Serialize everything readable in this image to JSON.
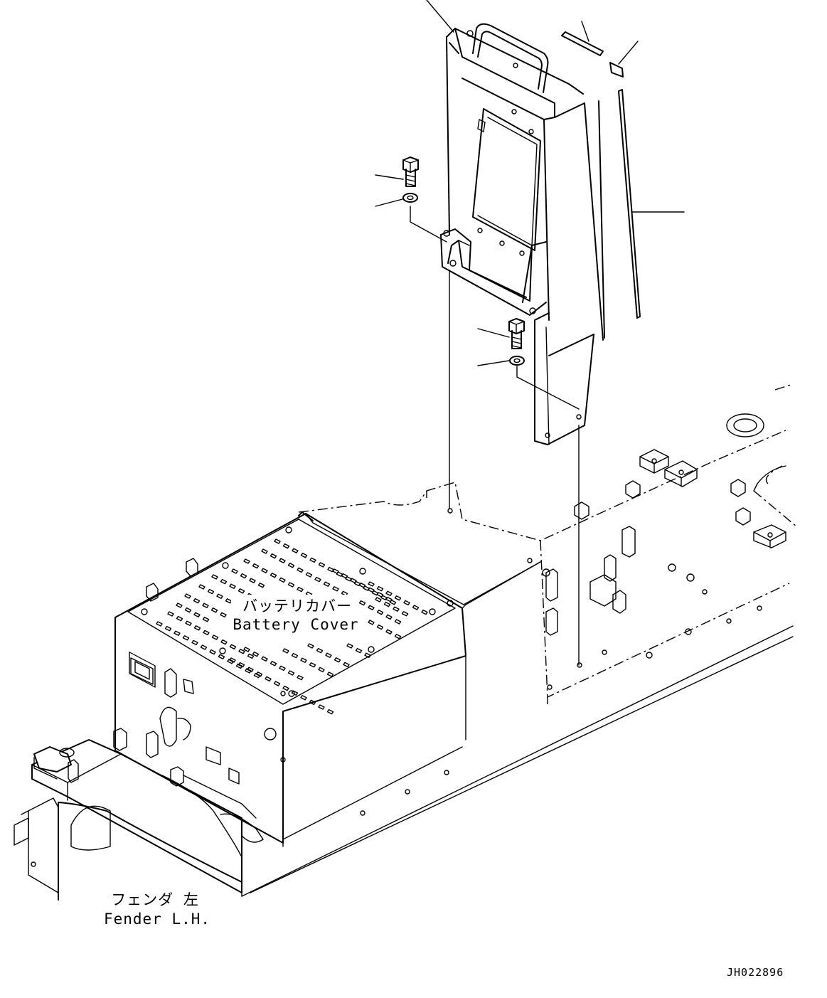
{
  "labels": {
    "battery_cover_jp": "バッテリカバー",
    "battery_cover_en": "Battery Cover",
    "fender_jp": "フェンダ 左",
    "fender_en": "Fender L.H."
  },
  "drawing_code": "JH022896"
}
